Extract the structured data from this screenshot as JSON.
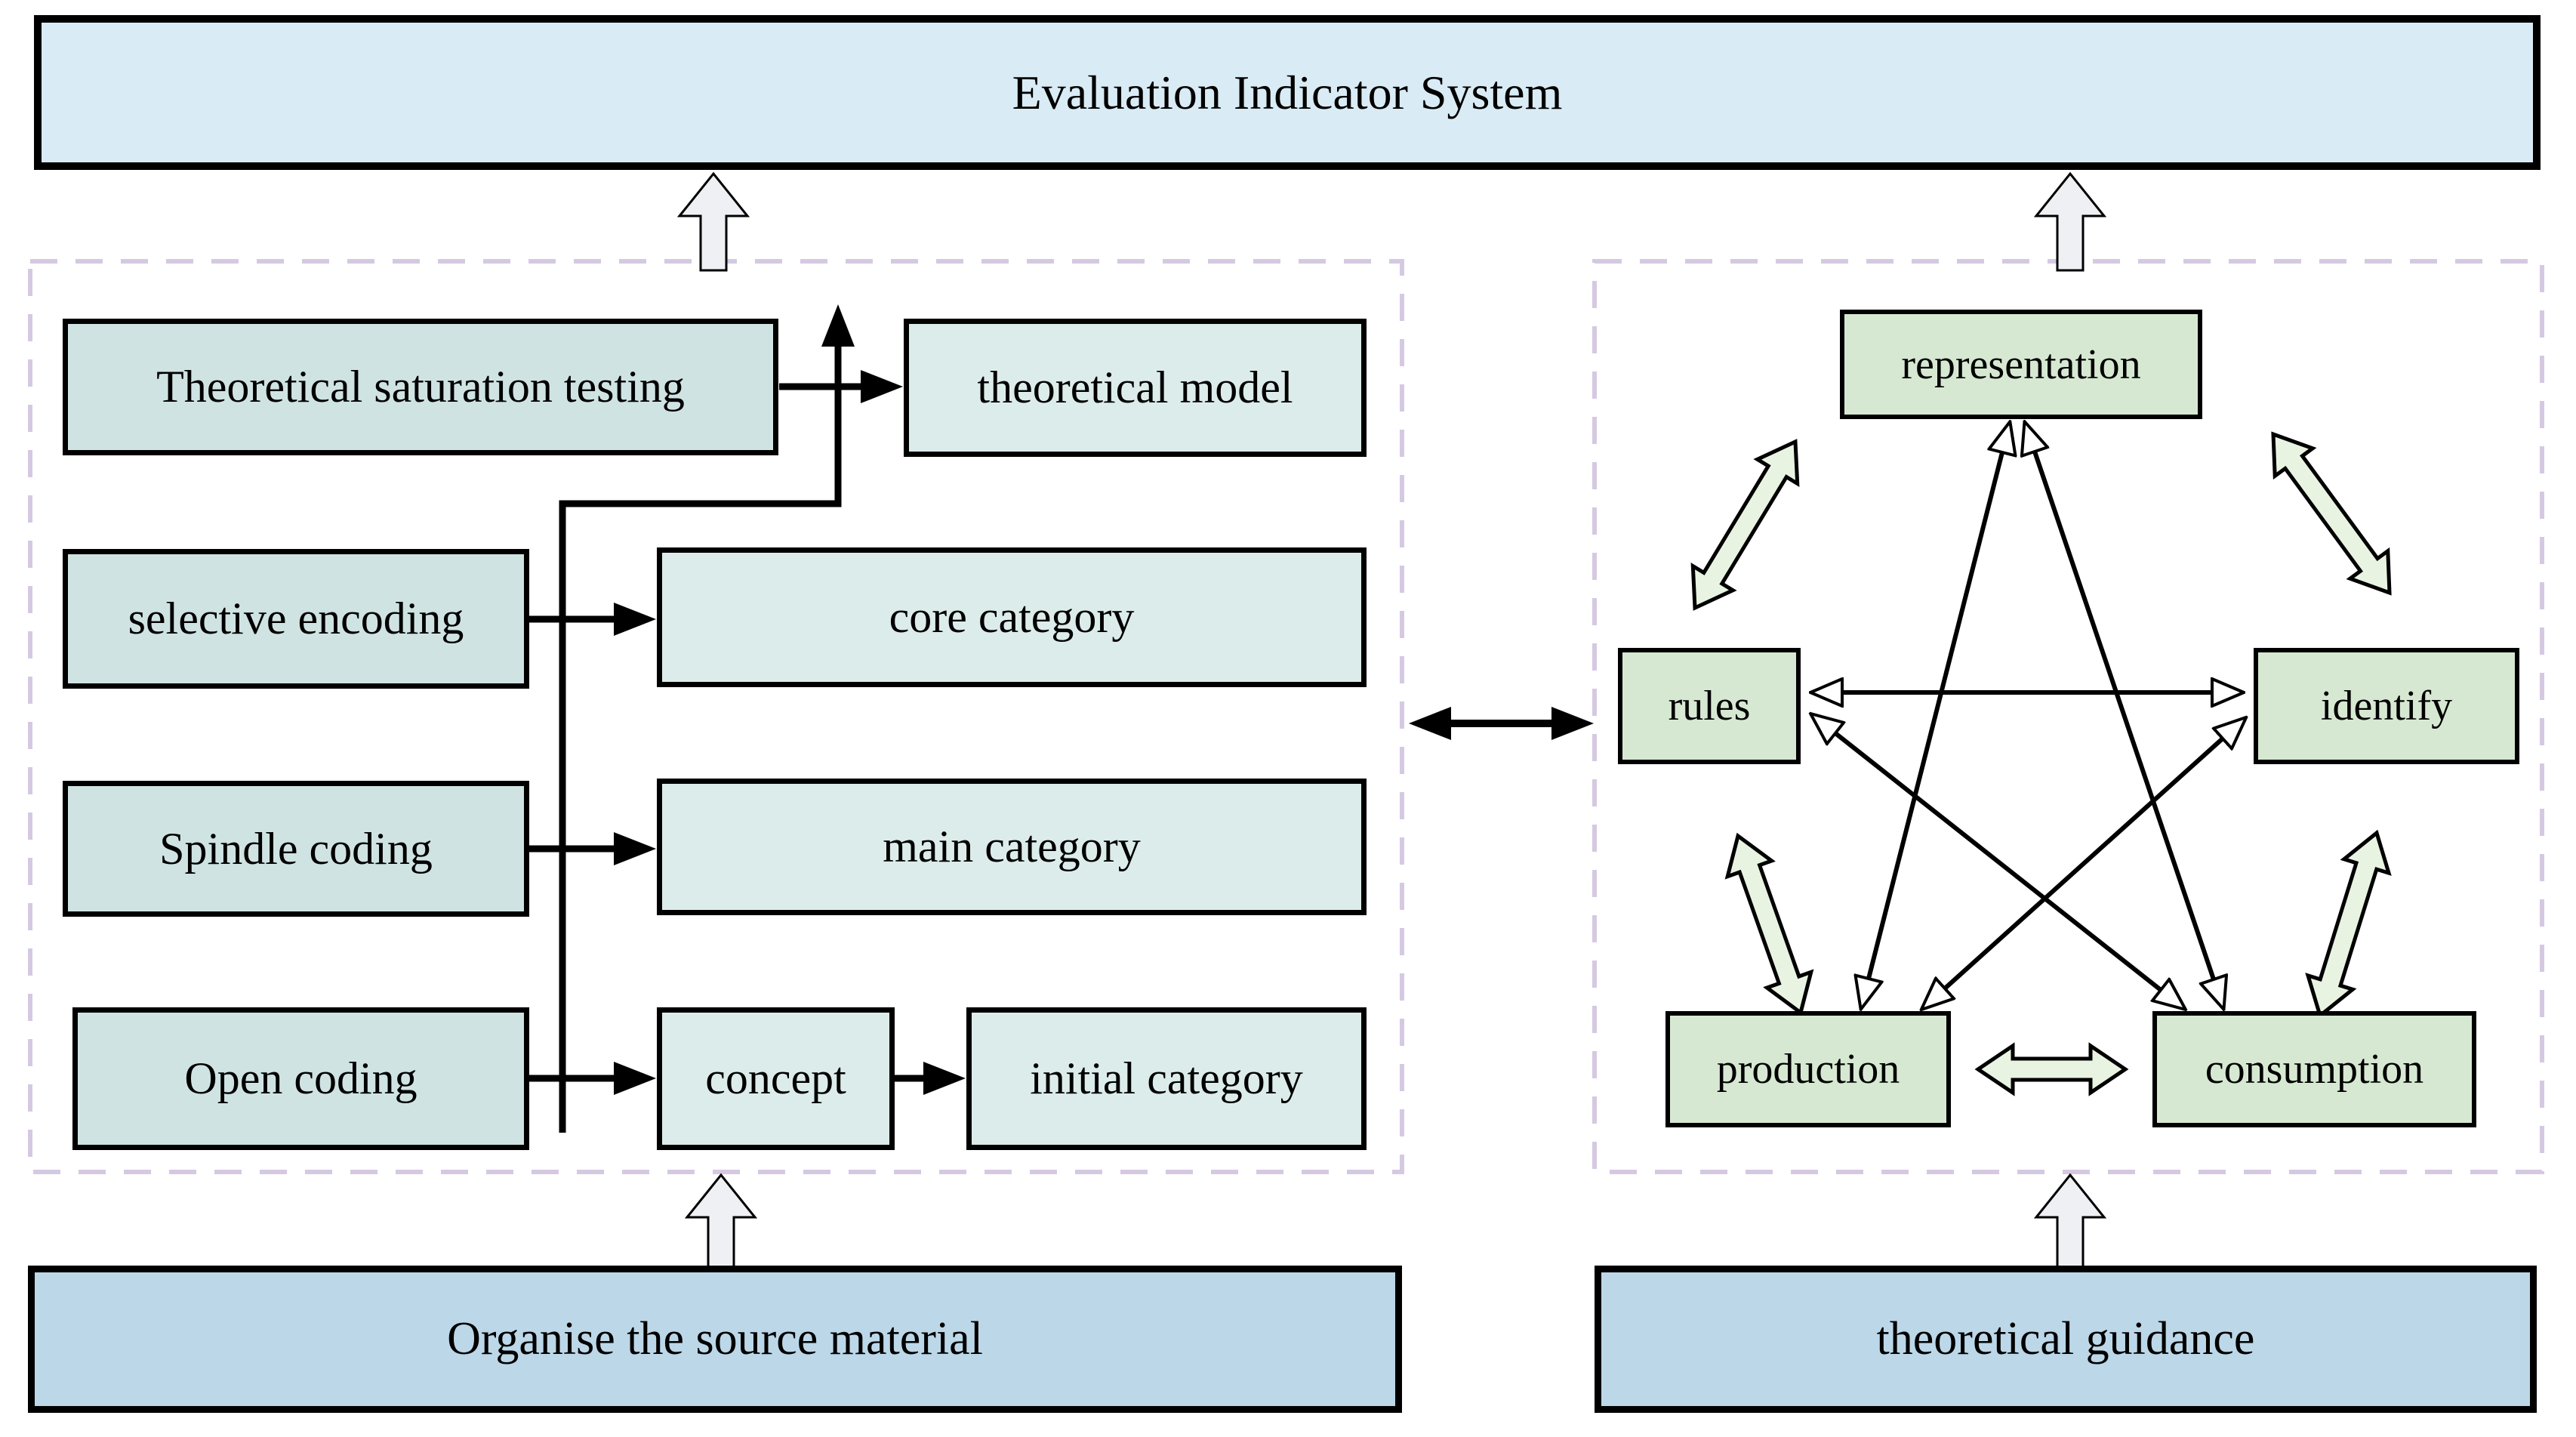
{
  "banner": {
    "title": "Evaluation Indicator System"
  },
  "left_panel": {
    "rows": [
      {
        "source": "Theoretical saturation testing",
        "target": "theoretical model"
      },
      {
        "source": "selective encoding",
        "target": "core category"
      },
      {
        "source": "Spindle coding",
        "target": "main category"
      },
      {
        "source": "Open coding",
        "middle": "concept",
        "target": "initial category"
      }
    ],
    "footer": "Organise the source material",
    "connections": [
      {
        "from": "Theoretical saturation testing",
        "to": "theoretical model",
        "style": "solid-arrow"
      },
      {
        "from": "selective encoding",
        "to": "core category",
        "style": "solid-arrow"
      },
      {
        "from": "Spindle coding",
        "to": "main category",
        "style": "solid-arrow"
      },
      {
        "from": "Open coding",
        "to": "concept",
        "style": "solid-arrow"
      },
      {
        "from": "concept",
        "to": "initial category",
        "style": "solid-arrow"
      },
      {
        "from": "coding-chain",
        "to": "upward",
        "style": "elbow-solid-arrow"
      }
    ]
  },
  "right_panel": {
    "nodes": {
      "top": "representation",
      "left": "rules",
      "right": "identify",
      "bottom_left": "production",
      "bottom_right": "consumption"
    },
    "footer": "theoretical guidance",
    "connections": [
      {
        "from": "rules",
        "to": "representation",
        "style": "block-double-arrow"
      },
      {
        "from": "representation",
        "to": "identify",
        "style": "block-double-arrow"
      },
      {
        "from": "production",
        "to": "rules",
        "style": "block-double-arrow"
      },
      {
        "from": "identify",
        "to": "consumption",
        "style": "block-double-arrow"
      },
      {
        "from": "production",
        "to": "consumption",
        "style": "block-double-arrow"
      },
      {
        "from": "rules",
        "to": "identify",
        "style": "line-double-arrow"
      },
      {
        "from": "rules",
        "to": "consumption",
        "style": "line-double-arrow"
      },
      {
        "from": "identify",
        "to": "production",
        "style": "line-double-arrow"
      },
      {
        "from": "representation",
        "to": "production",
        "style": "line-double-arrow"
      },
      {
        "from": "representation",
        "to": "consumption",
        "style": "line-double-arrow"
      }
    ]
  },
  "cross_connections": [
    {
      "from": "left-panel",
      "to": "right-panel",
      "style": "solid-double-arrow"
    },
    {
      "from": "Organise the source material",
      "to": "left-panel",
      "style": "block-up-arrow"
    },
    {
      "from": "theoretical guidance",
      "to": "right-panel",
      "style": "block-up-arrow"
    },
    {
      "from": "left-panel",
      "to": "Evaluation Indicator System",
      "style": "block-up-arrow"
    },
    {
      "from": "right-panel",
      "to": "Evaluation Indicator System",
      "style": "block-up-arrow"
    }
  ],
  "colors": {
    "banner_fill": "#d9ebf4",
    "footer_fill": "#bcd7e8",
    "process_source_fill": "#cfe3e2",
    "process_target_fill": "#dcecea",
    "pentagon_node_fill": "#d6e8d2",
    "block_arrow_fill": "#e9f3e2",
    "up_arrow_fill": "#eef0f3",
    "panel_dash_border": "#d5c9e2",
    "line_color": "#000000"
  }
}
